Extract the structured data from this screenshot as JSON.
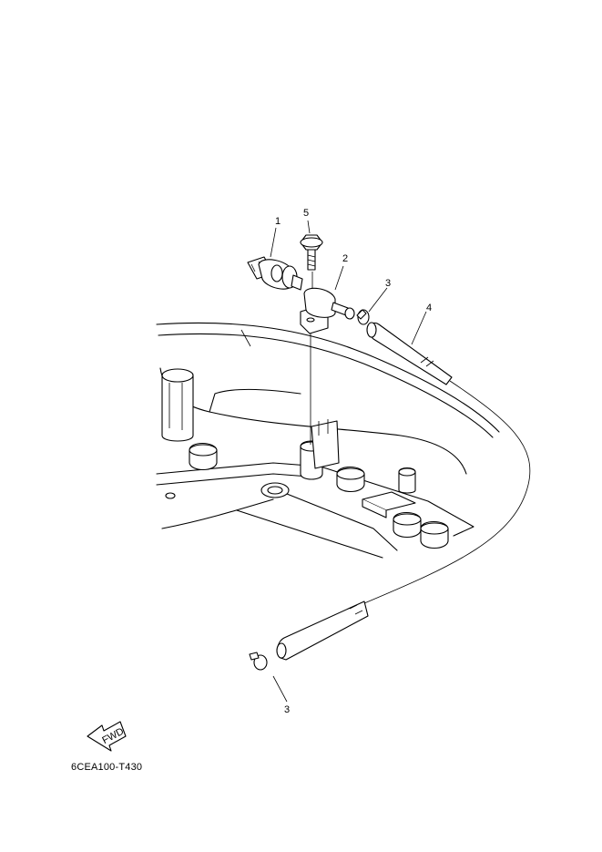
{
  "callouts": {
    "c1": "1",
    "c2": "2",
    "c3a": "3",
    "c3b": "3",
    "c4": "4",
    "c5": "5"
  },
  "fwd_label": "FWD",
  "figure_code": "6CEA100-T430"
}
